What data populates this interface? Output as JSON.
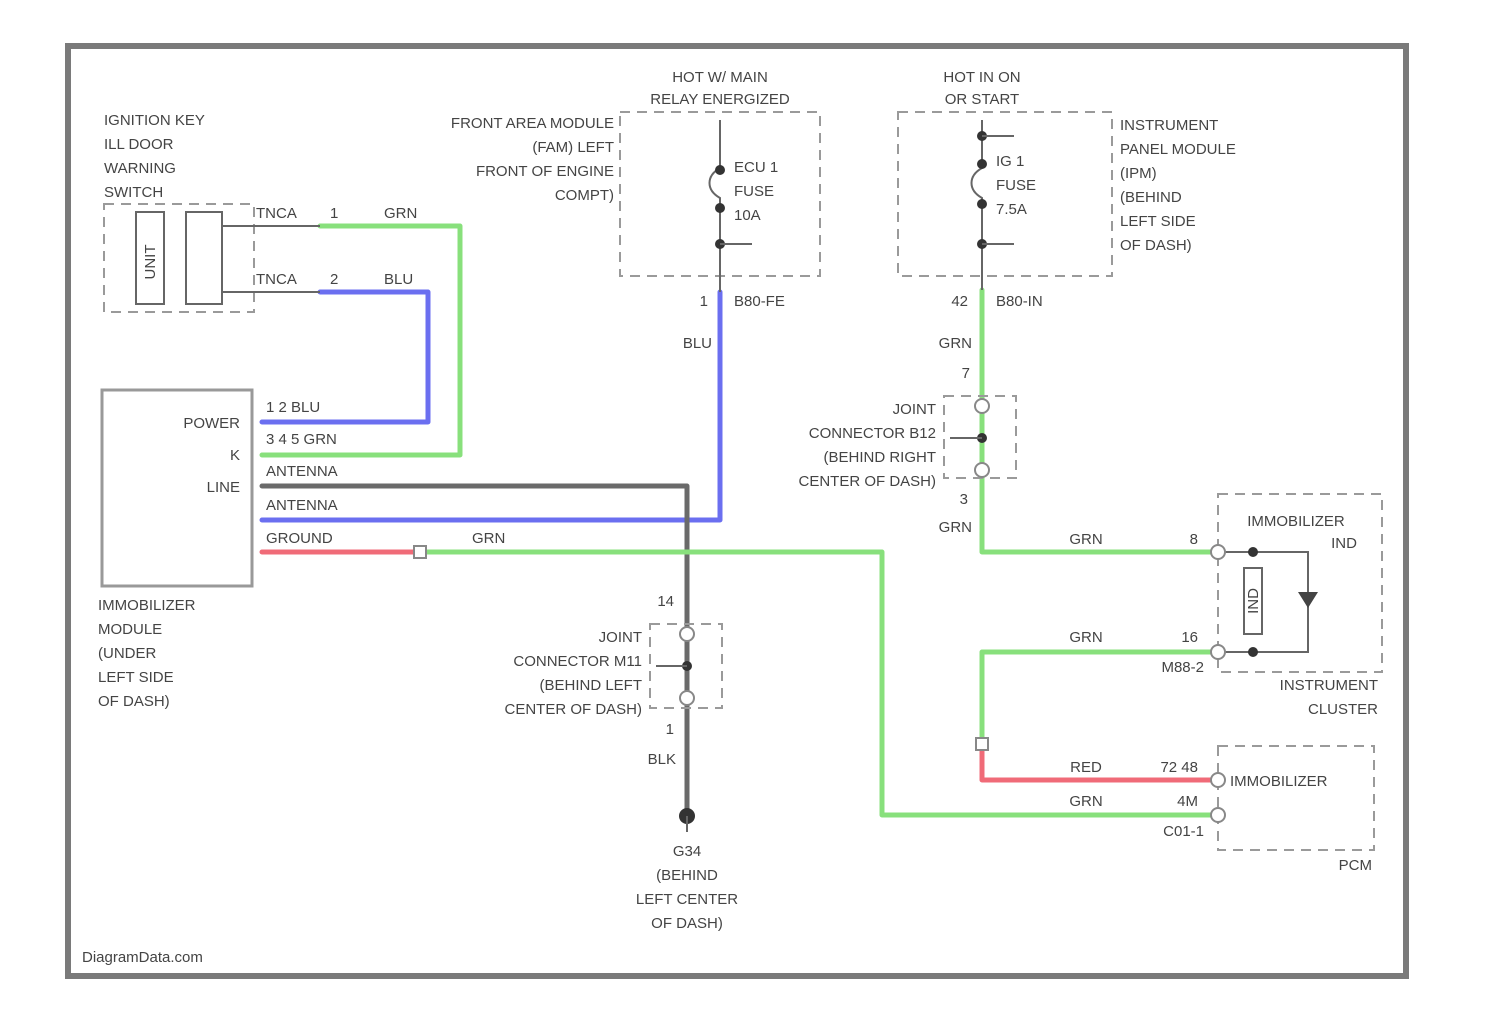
{
  "colors": {
    "grn": "#88e07c",
    "blu": "#6b6ff0",
    "red": "#f06b78",
    "blk": "#6a6a6a",
    "frame": "#7a7a7a"
  },
  "watermark": "DiagramData.com",
  "relay_box": {
    "hot_line1": "HOT W/ MAIN",
    "hot_line2": "RELAY ENERGIZED",
    "fuse_line1": "ECU 1",
    "fuse_line2": "FUSE",
    "fuse_line3": "10A",
    "module_lines": [
      "FRONT AREA MODULE",
      "(FAM) LEFT",
      "FRONT OF ENGINE",
      "COMPT)"
    ],
    "pin": "1",
    "connector": "B80-FE"
  },
  "ipm_box": {
    "hot_line1": "HOT IN ON",
    "hot_line2": "OR START",
    "fuse_line1": "IG 1",
    "fuse_line2": "FUSE",
    "fuse_line3": "7.5A",
    "module_lines": [
      "INSTRUMENT",
      "PANEL MODULE",
      "(IPM)",
      "(BEHIND",
      "LEFT SIDE",
      "OF DASH)"
    ],
    "pin": "42",
    "connector": "B80-IN"
  },
  "key_switch": {
    "title_lines": [
      "IGNITION KEY",
      "ILL DOOR",
      "WARNING",
      "SWITCH"
    ],
    "inner_label": "UNIT",
    "pin1_conn": "TNCA",
    "pin1": "1",
    "pin1_color": "GRN",
    "pin2_conn": "TNCA",
    "pin2": "2",
    "pin2_color": "BLU"
  },
  "immobilizer_module": {
    "labels": [
      "POWER",
      "K",
      "LINE"
    ],
    "wire_labels": [
      "1 2   BLU",
      "3 4 5 GRN",
      "ANTENNA",
      "ANTENNA",
      "GROUND"
    ],
    "title_lines": [
      "IMMOBILIZER",
      "MODULE",
      "(UNDER",
      "LEFT SIDE",
      "OF DASH)"
    ],
    "grn_label": "GRN"
  },
  "joint_b": {
    "title_lines": [
      "JOINT",
      "CONNECTOR B12",
      "(BEHIND RIGHT",
      "CENTER OF DASH)"
    ],
    "top_color": "GRN",
    "top_pin": "7",
    "bottom_pin": "3",
    "bottom_color": "GRN"
  },
  "joint_m": {
    "title_lines": [
      "JOINT",
      "CONNECTOR M11",
      "(BEHIND LEFT",
      "CENTER OF DASH)"
    ],
    "top_pin": "14",
    "bottom_pin": "1",
    "bottom_color": "BLK"
  },
  "blu_label": "BLU",
  "ground": {
    "lines": [
      "G34",
      "(BEHIND",
      "LEFT CENTER",
      "OF DASH)"
    ]
  },
  "cluster": {
    "title": "IMMOBILIZER",
    "sub": "IND",
    "inner": "IND",
    "pin_top": "8",
    "pin_bottom": "16",
    "connector": "M88-2",
    "footer_lines": [
      "INSTRUMENT",
      "CLUSTER"
    ],
    "grn_top": "GRN",
    "grn_mid": "GRN"
  },
  "pcm": {
    "title": "IMMOBILIZER",
    "red_label": "RED",
    "red_pin": "72 48",
    "grn_label": "GRN",
    "grn_pin": "4M",
    "connector": "C01-1",
    "footer": "PCM"
  }
}
